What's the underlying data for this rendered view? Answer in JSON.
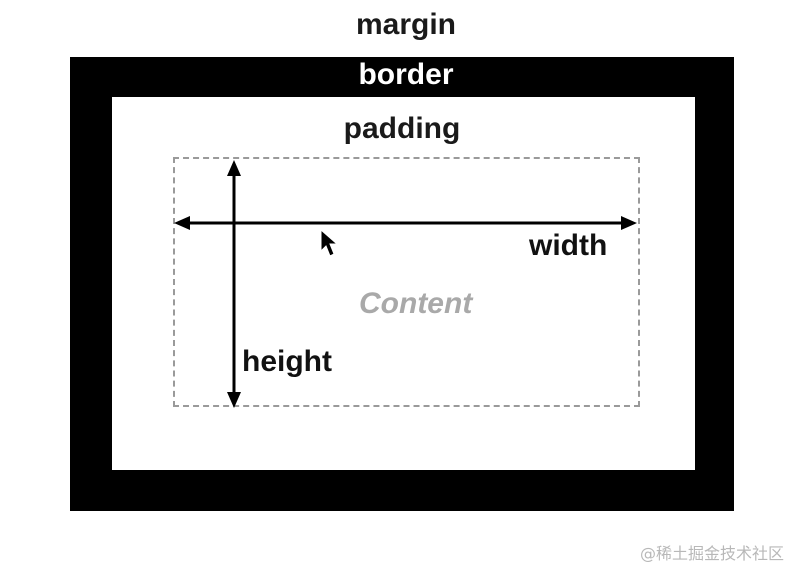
{
  "labels": {
    "margin": "margin",
    "border": "border",
    "padding": "padding",
    "width": "width",
    "height": "height",
    "content": "Content"
  },
  "watermark": "@稀土掘金技术社区",
  "icons": {
    "cursor": "mouse-cursor-icon"
  },
  "colors": {
    "border": "#000000",
    "content_text": "#a9a9a9",
    "dashed_outline": "#9a9a9a"
  }
}
